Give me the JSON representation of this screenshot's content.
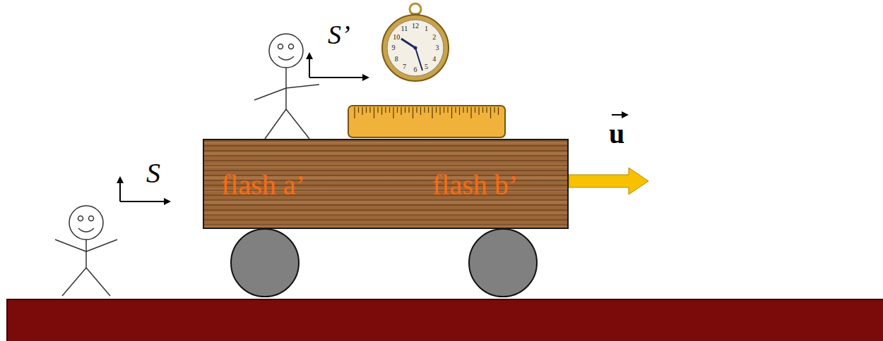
{
  "diagram": {
    "nodes": [
      {
        "text": [
          "flash a’",
          "flash b’"
        ]
      }
    ],
    "labels": [
      "S’",
      "S",
      "u",
      "12",
      "1",
      "2",
      "3",
      "4",
      "5",
      "6",
      "7",
      "8",
      "9",
      "10",
      "11"
    ]
  }
}
